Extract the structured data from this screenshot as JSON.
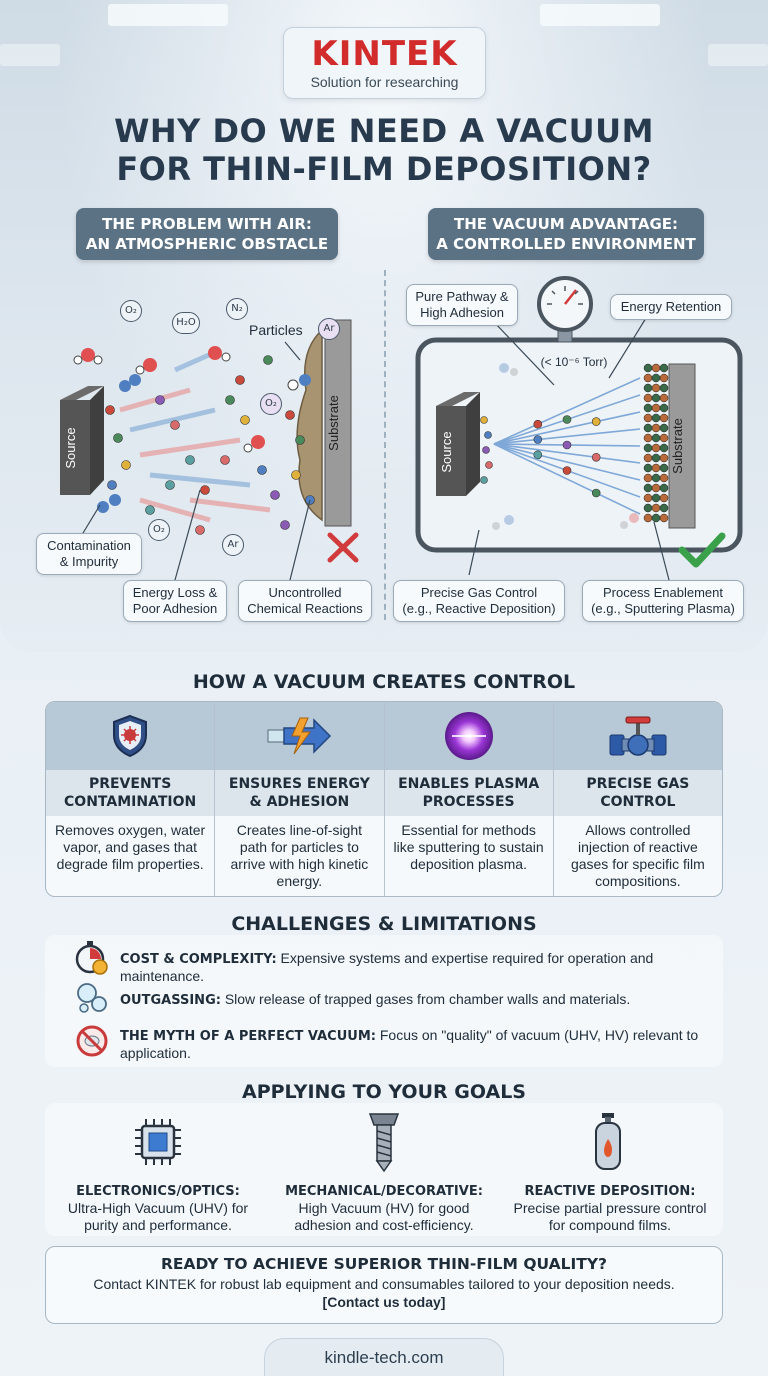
{
  "brand": {
    "name": "KINTEK",
    "tagline": "Solution for researching",
    "color": "#d22b2b"
  },
  "title_line1": "WHY DO WE NEED A VACUUM",
  "title_line2": "FOR THIN-FILM DEPOSITION?",
  "left_panel": {
    "heading_line1": "THE PROBLEM WITH AIR:",
    "heading_line2": "AN ATMOSPHERIC OBSTACLE",
    "gases": [
      "O₂",
      "H₂O",
      "N₂",
      "Ar",
      "O₂",
      "O₂",
      "Ar"
    ],
    "particles_label": "Particles",
    "source_label": "Source",
    "substrate_label": "Substrate",
    "callouts": {
      "contamination_1": "Contamination",
      "contamination_2": "& Impurity",
      "energy_1": "Energy Loss &",
      "energy_2": "Poor Adhesion",
      "reactions_1": "Uncontrolled",
      "reactions_2": "Chemical Reactions"
    }
  },
  "right_panel": {
    "heading_line1": "THE VACUUM ADVANTAGE:",
    "heading_line2": "A CONTROLLED ENVIRONMENT",
    "pressure": "(< 10⁻⁶ Torr)",
    "source_label": "Source",
    "substrate_label": "Substrate",
    "callouts": {
      "pathway_1": "Pure Pathway &",
      "pathway_2": "High Adhesion",
      "energy": "Energy Retention",
      "gas_1": "Precise Gas Control",
      "gas_2": "(e.g., Reactive Deposition)",
      "process_1": "Process Enablement",
      "process_2": "(e.g., Sputtering Plasma)"
    }
  },
  "control": {
    "title": "HOW A VACUUM CREATES CONTROL",
    "items": [
      {
        "icon": "shield-icon",
        "head_1": "PREVENTS",
        "head_2": "CONTAMINATION",
        "body": "Removes oxygen, water vapor, and gases that degrade film properties."
      },
      {
        "icon": "energy-arrow-icon",
        "head_1": "ENSURES ENERGY",
        "head_2": "& ADHESION",
        "body": "Creates line-of-sight path for particles to arrive with high kinetic energy."
      },
      {
        "icon": "plasma-glow-icon",
        "head_1": "ENABLES PLASMA",
        "head_2": "PROCESSES",
        "body": "Essential for methods like sputtering to sustain deposition plasma."
      },
      {
        "icon": "valve-icon",
        "head_1": "PRECISE GAS",
        "head_2": "CONTROL",
        "body": "Allows controlled injection of reactive gases for specific film compositions."
      }
    ]
  },
  "challenges": {
    "title": "CHALLENGES & LIMITATIONS",
    "items": [
      {
        "icon": "stopwatch-coin-icon",
        "label": "COST & COMPLEXITY:",
        "text": " Expensive systems and expertise required for operation and maintenance."
      },
      {
        "icon": "bubbles-icon",
        "label": "OUTGASSING:",
        "text": " Slow release of trapped gases from chamber walls and materials."
      },
      {
        "icon": "no-symbol-icon",
        "label": "THE MYTH OF A PERFECT VACUUM:",
        "text": " Focus on \"quality\" of vacuum (UHV, HV) relevant to application."
      }
    ]
  },
  "goals": {
    "title": "APPLYING TO YOUR GOALS",
    "items": [
      {
        "icon": "chip-icon",
        "label": "ELECTRONICS/OPTICS:",
        "line1": "Ultra-High Vacuum (UHV) for",
        "line2": "purity and performance."
      },
      {
        "icon": "screw-icon",
        "label": "MECHANICAL/DECORATIVE:",
        "line1": "High Vacuum (HV) for good",
        "line2": "adhesion and cost-efficiency."
      },
      {
        "icon": "gas-cylinder-icon",
        "label": "REACTIVE DEPOSITION:",
        "line1": "Precise partial pressure control",
        "line2": "for compound films."
      }
    ]
  },
  "cta": {
    "title": "READY TO ACHIEVE SUPERIOR THIN-FILM QUALITY?",
    "text": "Contact KINTEK for robust lab equipment and consumables tailored to your deposition needs.",
    "link": "[Contact us today]"
  },
  "footer": {
    "url": "kindle-tech.com"
  }
}
